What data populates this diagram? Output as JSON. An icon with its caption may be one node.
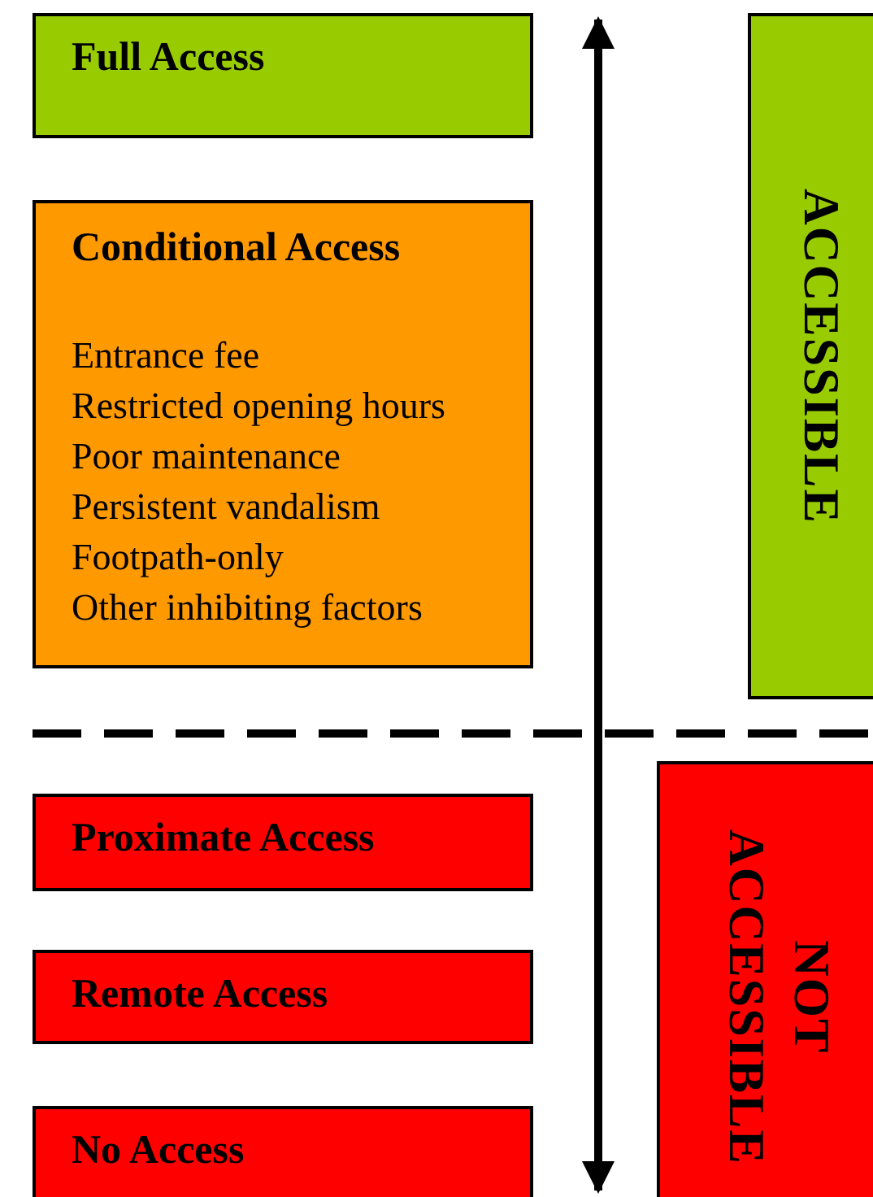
{
  "diagram": {
    "nodes": [
      {
        "text": [
          "Full Access"
        ]
      },
      {
        "text": [
          "Conditional Access",
          "Entrance fee",
          "Restricted opening hours",
          "Poor maintenance",
          "Persistent vandalism",
          "Footpath-only",
          "Other inhibiting factors"
        ]
      },
      {
        "text": [
          "ACCESSIBLE"
        ]
      },
      {
        "text": [
          "Proximate Access"
        ]
      },
      {
        "text": [
          "Remote Access"
        ]
      },
      {
        "text": [
          "No Access"
        ]
      },
      {
        "text": [
          "NOT ACCESSIBLE"
        ]
      }
    ],
    "edges": []
  }
}
